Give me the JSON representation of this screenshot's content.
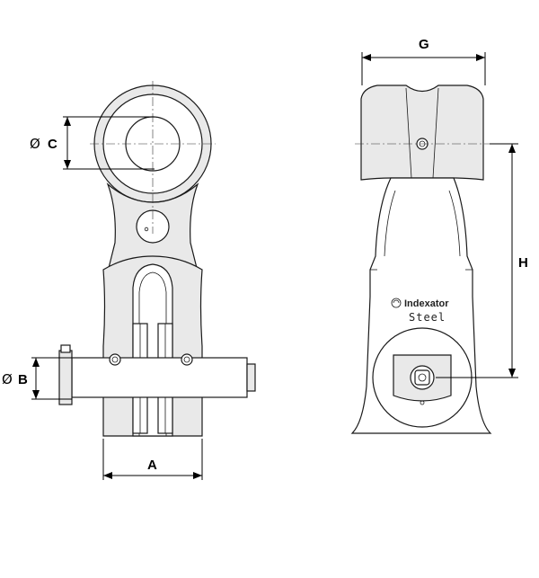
{
  "diagram": {
    "dimensions": {
      "a": {
        "label": "A"
      },
      "b": {
        "label": "B",
        "prefix": "Ø"
      },
      "c": {
        "label": "C",
        "prefix": "Ø"
      },
      "g": {
        "label": "G"
      },
      "h": {
        "label": "H"
      }
    },
    "branding": {
      "logo_text": "Indexator",
      "material": "Steel"
    }
  }
}
